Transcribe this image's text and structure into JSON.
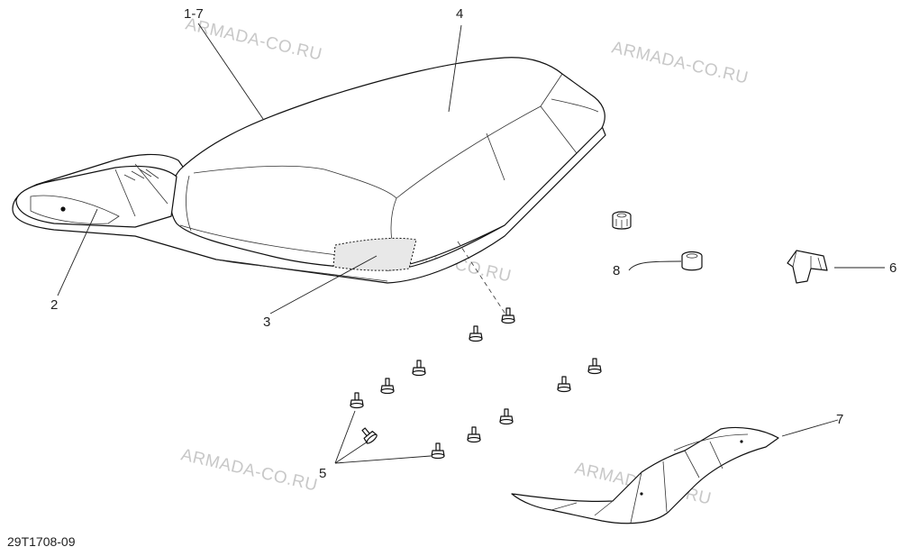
{
  "diagram": {
    "code": "29T1708-09",
    "watermark": "ARMADA-CO.RU",
    "callouts": [
      {
        "id": "c17",
        "label": "1-7"
      },
      {
        "id": "c4",
        "label": "4"
      },
      {
        "id": "c2",
        "label": "2"
      },
      {
        "id": "c3",
        "label": "3"
      },
      {
        "id": "c8",
        "label": "8"
      },
      {
        "id": "c6",
        "label": "6"
      },
      {
        "id": "c7",
        "label": "7"
      },
      {
        "id": "c5",
        "label": "5"
      }
    ]
  }
}
